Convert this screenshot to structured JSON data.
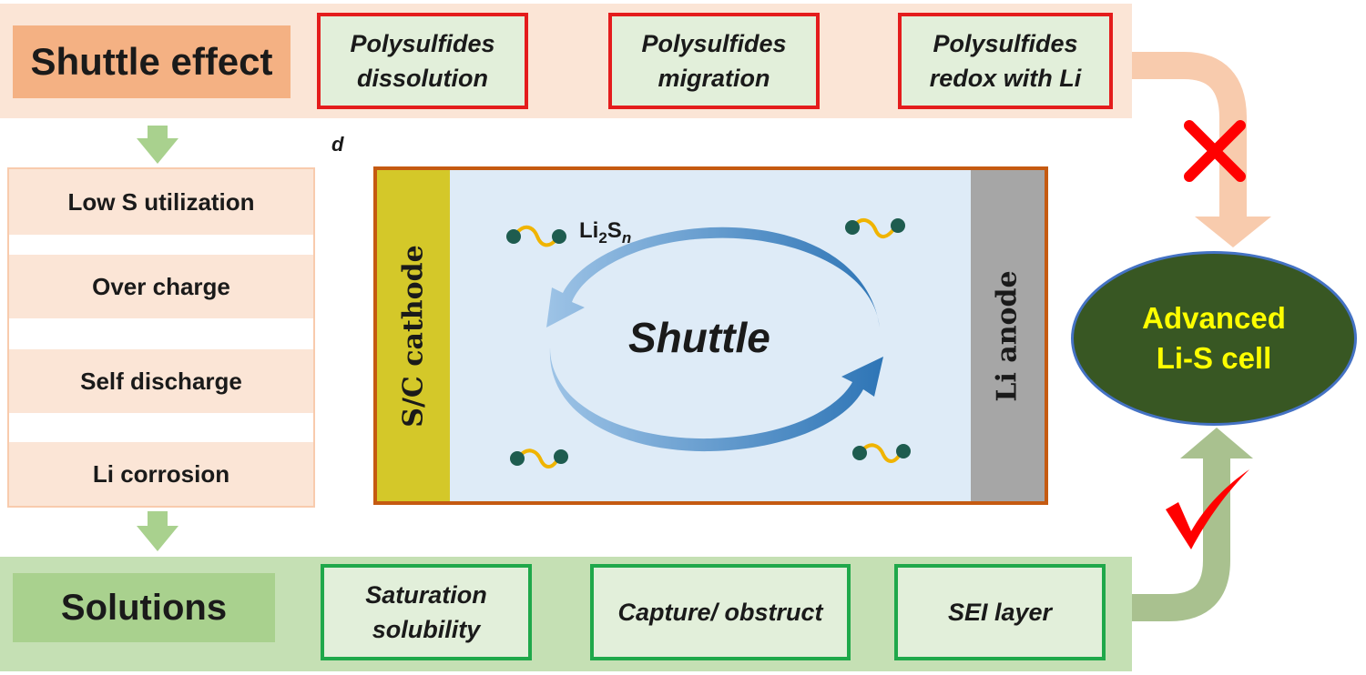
{
  "panel_label": "d",
  "shuttle_effect": {
    "title": "Shuttle effect",
    "causes": [
      {
        "line1": "Polysulfides",
        "line2": "dissolution"
      },
      {
        "line1": "Polysulfides",
        "line2": "migration"
      },
      {
        "line1": "Polysulfides",
        "line2": "redox with Li"
      }
    ]
  },
  "consequences": [
    "Low S utilization",
    "Over charge",
    "Self discharge",
    "Li corrosion"
  ],
  "cell": {
    "cathode_label": "S/C cathode",
    "anode_label": "Li anode",
    "center_label": "Shuttle",
    "species": {
      "base": "Li",
      "sub1": "2",
      "mid": "S",
      "sub2": "n"
    }
  },
  "solutions": {
    "title": "Solutions",
    "items": [
      {
        "line1": "Saturation",
        "line2": "solubility"
      },
      {
        "line1": "Capture/ obstruct",
        "line2": ""
      },
      {
        "line1": "SEI layer",
        "line2": ""
      }
    ]
  },
  "result": {
    "line1": "Advanced",
    "line2": "Li-S cell"
  },
  "colors": {
    "shuttle_band": "#fbe5d6",
    "shuttle_label": "#f4b183",
    "cause_border": "#e41c1c",
    "solution_band": "#c5e0b4",
    "solution_label": "#a9d18e",
    "solution_border": "#1fa84a",
    "cathode": "#d4c829",
    "anode": "#a6a6a6",
    "electrolyte": "#deebf7",
    "cell_border": "#c55a11",
    "result_fill": "#385723",
    "result_text": "#ffff00",
    "cross_mark": "#ff0000",
    "check_mark": "#ff0000"
  },
  "icons": {
    "blocked": "cross-mark-icon",
    "approved": "check-mark-icon",
    "polysulfide": "polysulfide-molecule-icon",
    "cycle": "shuttle-cycle-arrows-icon"
  }
}
